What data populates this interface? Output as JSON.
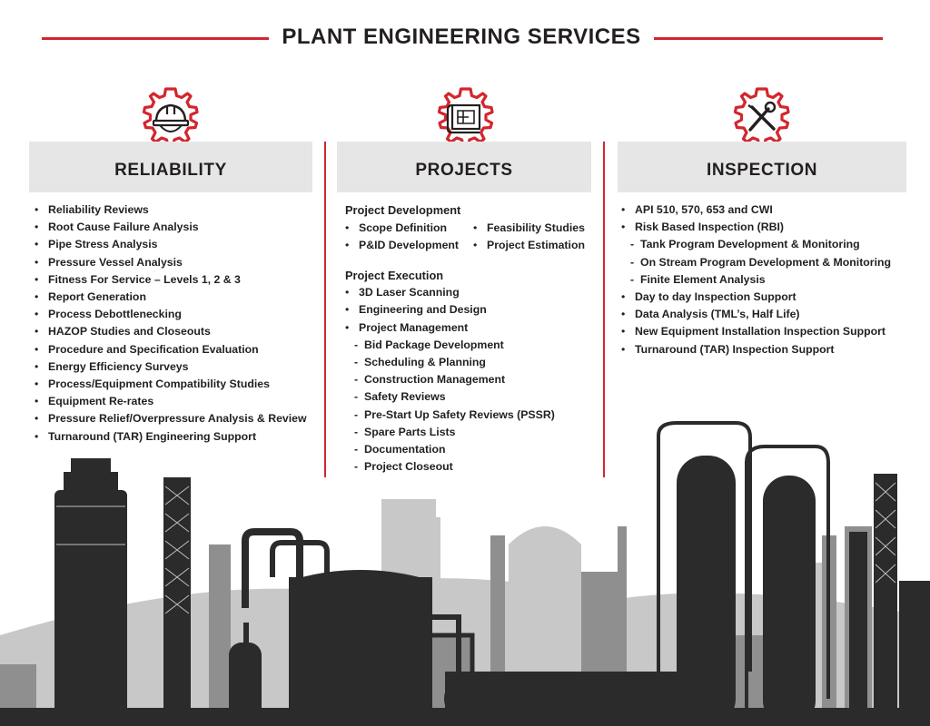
{
  "title": "PLANT ENGINEERING SERVICES",
  "colors": {
    "accent": "#d3262e",
    "banner": "#e6e6e6",
    "text": "#231f20",
    "skyline_dark": "#2b2b2b",
    "skyline_mid": "#8a8a8a",
    "skyline_light": "#c4c4c4"
  },
  "reliability": {
    "heading": "RELIABILITY",
    "icon": "hardhat-gear-icon",
    "items": [
      "Reliability Reviews",
      "Root Cause Failure Analysis",
      "Pipe Stress Analysis",
      "Pressure Vessel Analysis",
      "Fitness For Service – Levels 1, 2 & 3",
      "Report Generation",
      "Process Debottlenecking",
      "HAZOP Studies and Closeouts",
      "Procedure and Specification Evaluation",
      "Energy Efficiency Surveys",
      "Process/Equipment Compatibility Studies",
      "Equipment Re-rates",
      "Pressure Relief/Overpressure Analysis & Review",
      "Turnaround (TAR) Engineering Support"
    ]
  },
  "projects": {
    "heading": "PROJECTS",
    "icon": "blueprint-gear-icon",
    "development_heading": "Project Development",
    "development_col1": [
      "Scope Definition",
      "P&ID Development"
    ],
    "development_col2": [
      "Feasibility Studies",
      "Project Estimation"
    ],
    "execution_heading": "Project Execution",
    "execution_items": [
      "3D Laser Scanning",
      "Engineering and Design",
      "Project Management"
    ],
    "management_subitems": [
      "Bid Package Development",
      "Scheduling & Planning",
      "Construction Management",
      "Safety Reviews",
      "Pre-Start Up Safety Reviews (PSSR)",
      "Spare Parts Lists",
      "Documentation",
      "Project Closeout"
    ]
  },
  "inspection": {
    "heading": "INSPECTION",
    "icon": "tools-gear-icon",
    "items_top": [
      "API 510, 570, 653 and CWI",
      "Risk Based Inspection (RBI)"
    ],
    "rbi_subitems": [
      "Tank Program Development & Monitoring",
      "On Stream Program Development & Monitoring",
      "Finite Element Analysis"
    ],
    "items_bottom": [
      "Day to day Inspection Support",
      "Data Analysis (TML’s, Half Life)",
      "New Equipment Installation Inspection Support",
      "Turnaround (TAR) Inspection Support"
    ]
  },
  "illustration": "refinery-skyline-illustration"
}
